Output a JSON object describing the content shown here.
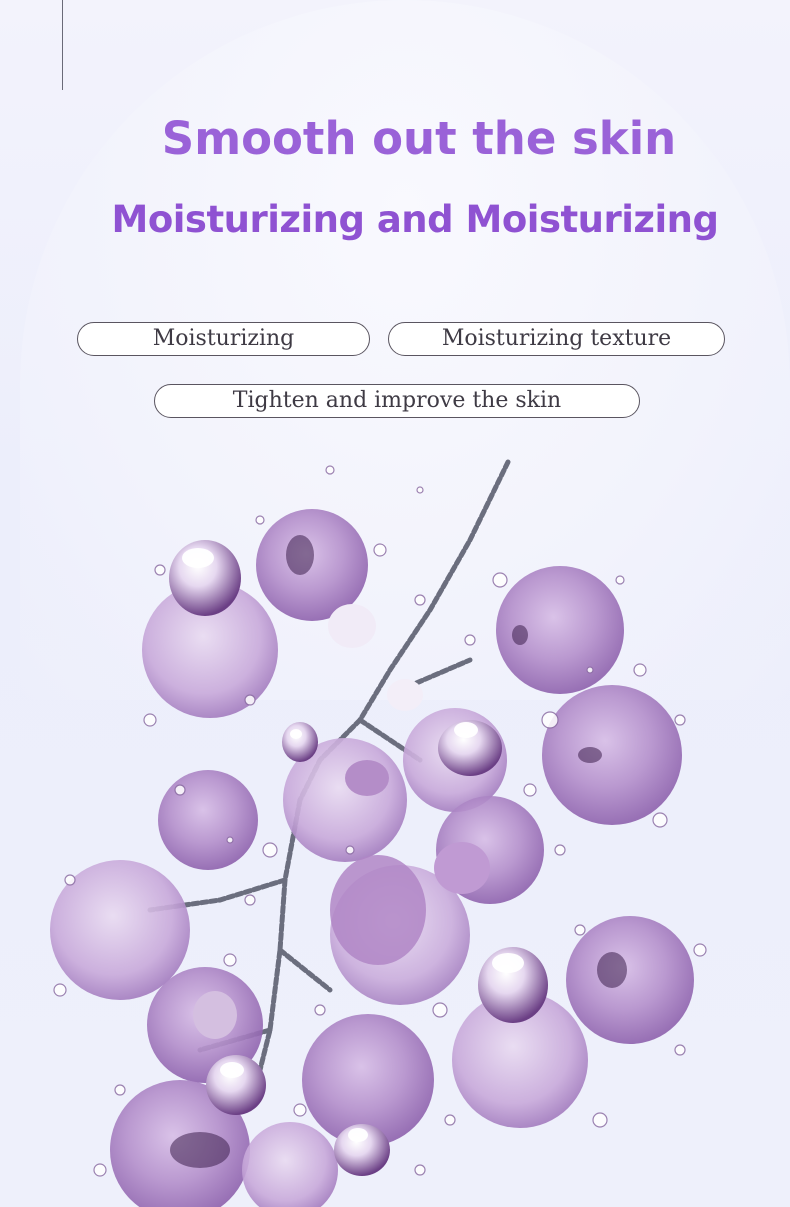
{
  "headline": {
    "title": "Smooth out the skin",
    "subtitle": "Moisturizing and Moisturizing"
  },
  "tags": [
    "Moisturizing",
    "Moisturizing texture",
    "Tighten and improve the skin"
  ],
  "colors": {
    "title": "#9a62d8",
    "subtitle": "#8f52d2",
    "background": "#eef0fb",
    "berry": "#9c6fb8",
    "berry_dark": "#5a2c6e",
    "pill_border": "#5a5560",
    "pill_text": "#3e3a44"
  },
  "illustration": "grape-cluster-with-water-droplets"
}
